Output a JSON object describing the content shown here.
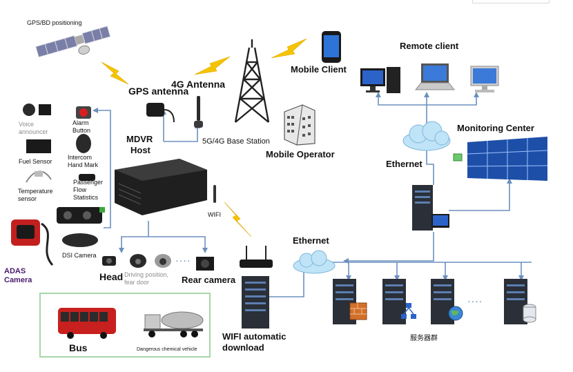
{
  "labels": {
    "gps_positioning": "GPS/BD positioning",
    "gps_antenna": "GPS antenna",
    "antenna_4g": "4G Antenna",
    "base_station": "5G/4G Base Station",
    "mobile_client": "Mobile Client",
    "mobile_operator": "Mobile Operator",
    "remote_client": "Remote client",
    "monitoring_center": "Monitoring Center",
    "ethernet_top": "Ethernet",
    "ethernet_bottom": "Ethernet",
    "mdvr_host_line1": "MDVR",
    "mdvr_host_line2": "Host",
    "voice_line1": "Voice",
    "voice_line2": "announcer",
    "alarm_line1": "Alarm",
    "alarm_line2": "Button",
    "fuel_sensor": "Fuel Sensor",
    "intercom_line1": "Intercom",
    "intercom_line2": "Hand Mark",
    "temp_line1": "Temperature",
    "temp_line2": "sensor",
    "passenger_line1": "Passenger",
    "passenger_line2": "Flow",
    "passenger_line3": "Statistics",
    "wifi": "WIFI",
    "dsi_camera": "DSI Camera",
    "adas_line1": "ADAS",
    "adas_line2": "Camera",
    "head": "Head",
    "driving_line1": "Driving position,",
    "driving_line2": "fear door",
    "rear_camera": "Rear camera",
    "dots": ". . . .",
    "wifi_download_line1": "WIFI automatic",
    "wifi_download_line2": "download",
    "server_group": "服务器群",
    "bus": "Bus",
    "dangerous_vehicle": "Dangerous chemical vehicle"
  },
  "colors": {
    "link": "#6b8fbf",
    "lightning": "#f5c400",
    "server": "#2a2f38",
    "server_light": "#5d7fb0",
    "cloud": "#bfe3f7",
    "frame": "#a6d6a6",
    "bus": "#c8201e",
    "screen": "#2b63c8"
  },
  "icons": [
    "satellite-icon",
    "gps-antenna-icon",
    "4g-antenna-icon",
    "tower-icon",
    "phone-icon",
    "building-icon",
    "desktop-icon",
    "laptop-icon",
    "cloud-icon",
    "video-wall-icon",
    "server-icon",
    "router-icon",
    "firewall-icon",
    "database-icon",
    "globe-icon",
    "camera-icon",
    "bus-icon",
    "tanker-icon",
    "mdvr-icon"
  ]
}
